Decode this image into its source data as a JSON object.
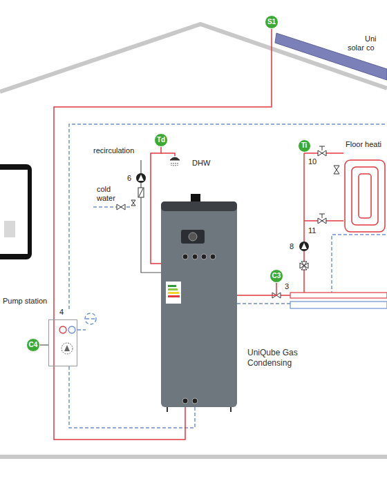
{
  "diagram": {
    "nodes": [
      {
        "text": [
          "S1"
        ]
      },
      {
        "text": [
          "Td"
        ]
      },
      {
        "text": [
          "Ti"
        ]
      },
      {
        "text": [
          "C3"
        ]
      },
      {
        "text": [
          "Pump station"
        ]
      },
      {
        "text": [
          "C4"
        ]
      },
      {
        "text": [
          "UniQube Gas Condensing"
        ]
      }
    ],
    "edges": [
      {
        "from": 0,
        "to": 4,
        "arrow": "none"
      },
      {
        "from": 4,
        "to": 6,
        "arrow": "none"
      },
      {
        "from": 6,
        "to": 1,
        "arrow": "none"
      },
      {
        "from": 6,
        "to": 3,
        "arrow": "none"
      }
    ],
    "labels": [
      "Uni",
      "solar co",
      "recirculation",
      "DHW",
      "6",
      "cold water",
      "Floor heati",
      "10",
      "11",
      "8",
      "3",
      "4"
    ]
  }
}
